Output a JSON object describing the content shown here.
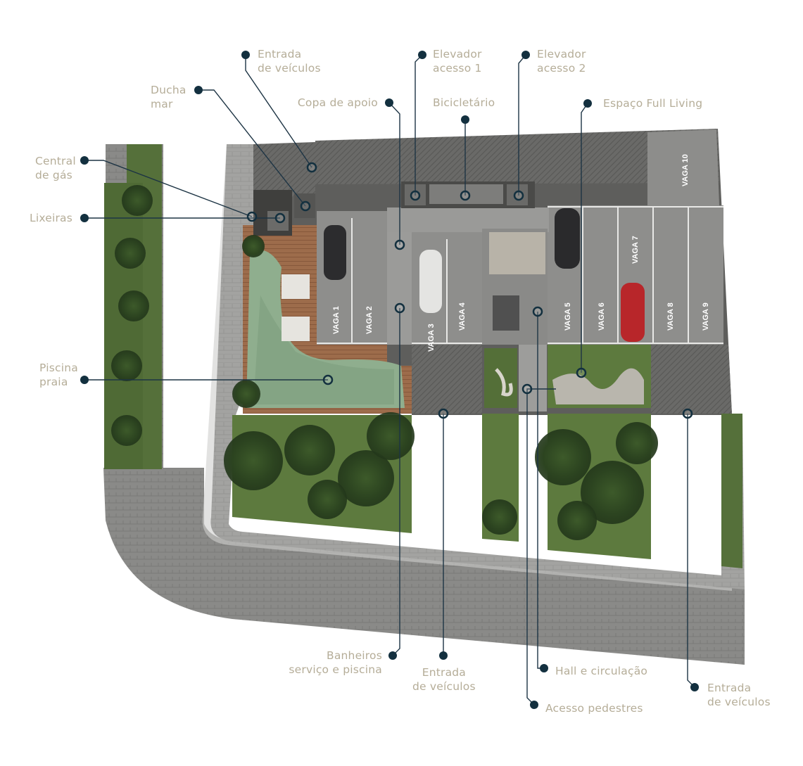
{
  "labels": [
    {
      "id": "entrada-veiculos-top",
      "lines": [
        "Entrada",
        "de veículos"
      ]
    },
    {
      "id": "elevador-1",
      "lines": [
        "Elevador",
        "acesso 1"
      ]
    },
    {
      "id": "elevador-2",
      "lines": [
        "Elevador",
        "acesso 2"
      ]
    },
    {
      "id": "ducha-mar",
      "lines": [
        "Ducha",
        "mar"
      ]
    },
    {
      "id": "copa-apoio",
      "lines": [
        "Copa de apoio"
      ]
    },
    {
      "id": "bicicletario",
      "lines": [
        "Bicicletário"
      ]
    },
    {
      "id": "espaco-full-living",
      "lines": [
        "Espaço Full Living"
      ]
    },
    {
      "id": "central-gas",
      "lines": [
        "Central",
        "de gás"
      ]
    },
    {
      "id": "lixeiras",
      "lines": [
        "Lixeiras"
      ]
    },
    {
      "id": "piscina-praia",
      "lines": [
        "Piscina",
        "praia"
      ]
    },
    {
      "id": "banheiros",
      "lines": [
        "Banheiros",
        "serviço e piscina"
      ]
    },
    {
      "id": "entrada-veiculos-bottom",
      "lines": [
        "Entrada",
        "de veículos"
      ]
    },
    {
      "id": "hall-circulacao",
      "lines": [
        "Hall e circulação"
      ]
    },
    {
      "id": "acesso-pedestres",
      "lines": [
        "Acesso pedestres"
      ]
    },
    {
      "id": "entrada-veiculos-right",
      "lines": [
        "Entrada",
        "de veículos"
      ]
    }
  ],
  "parking_spots": [
    "VAGA 1",
    "VAGA 2",
    "VAGA 3",
    "VAGA 4",
    "VAGA 5",
    "VAGA 6",
    "VAGA 7",
    "VAGA 8",
    "VAGA 9",
    "VAGA 10"
  ],
  "colors": {
    "label_text": "#b5ad98",
    "leader_line": "#1d3444",
    "dot": "#13303f",
    "asphalt": "#6d6d6b",
    "parking": "#8f8f8d",
    "grass": "#4e6b36",
    "pool": "#8fae8e",
    "deck": "#9a6a4a"
  }
}
